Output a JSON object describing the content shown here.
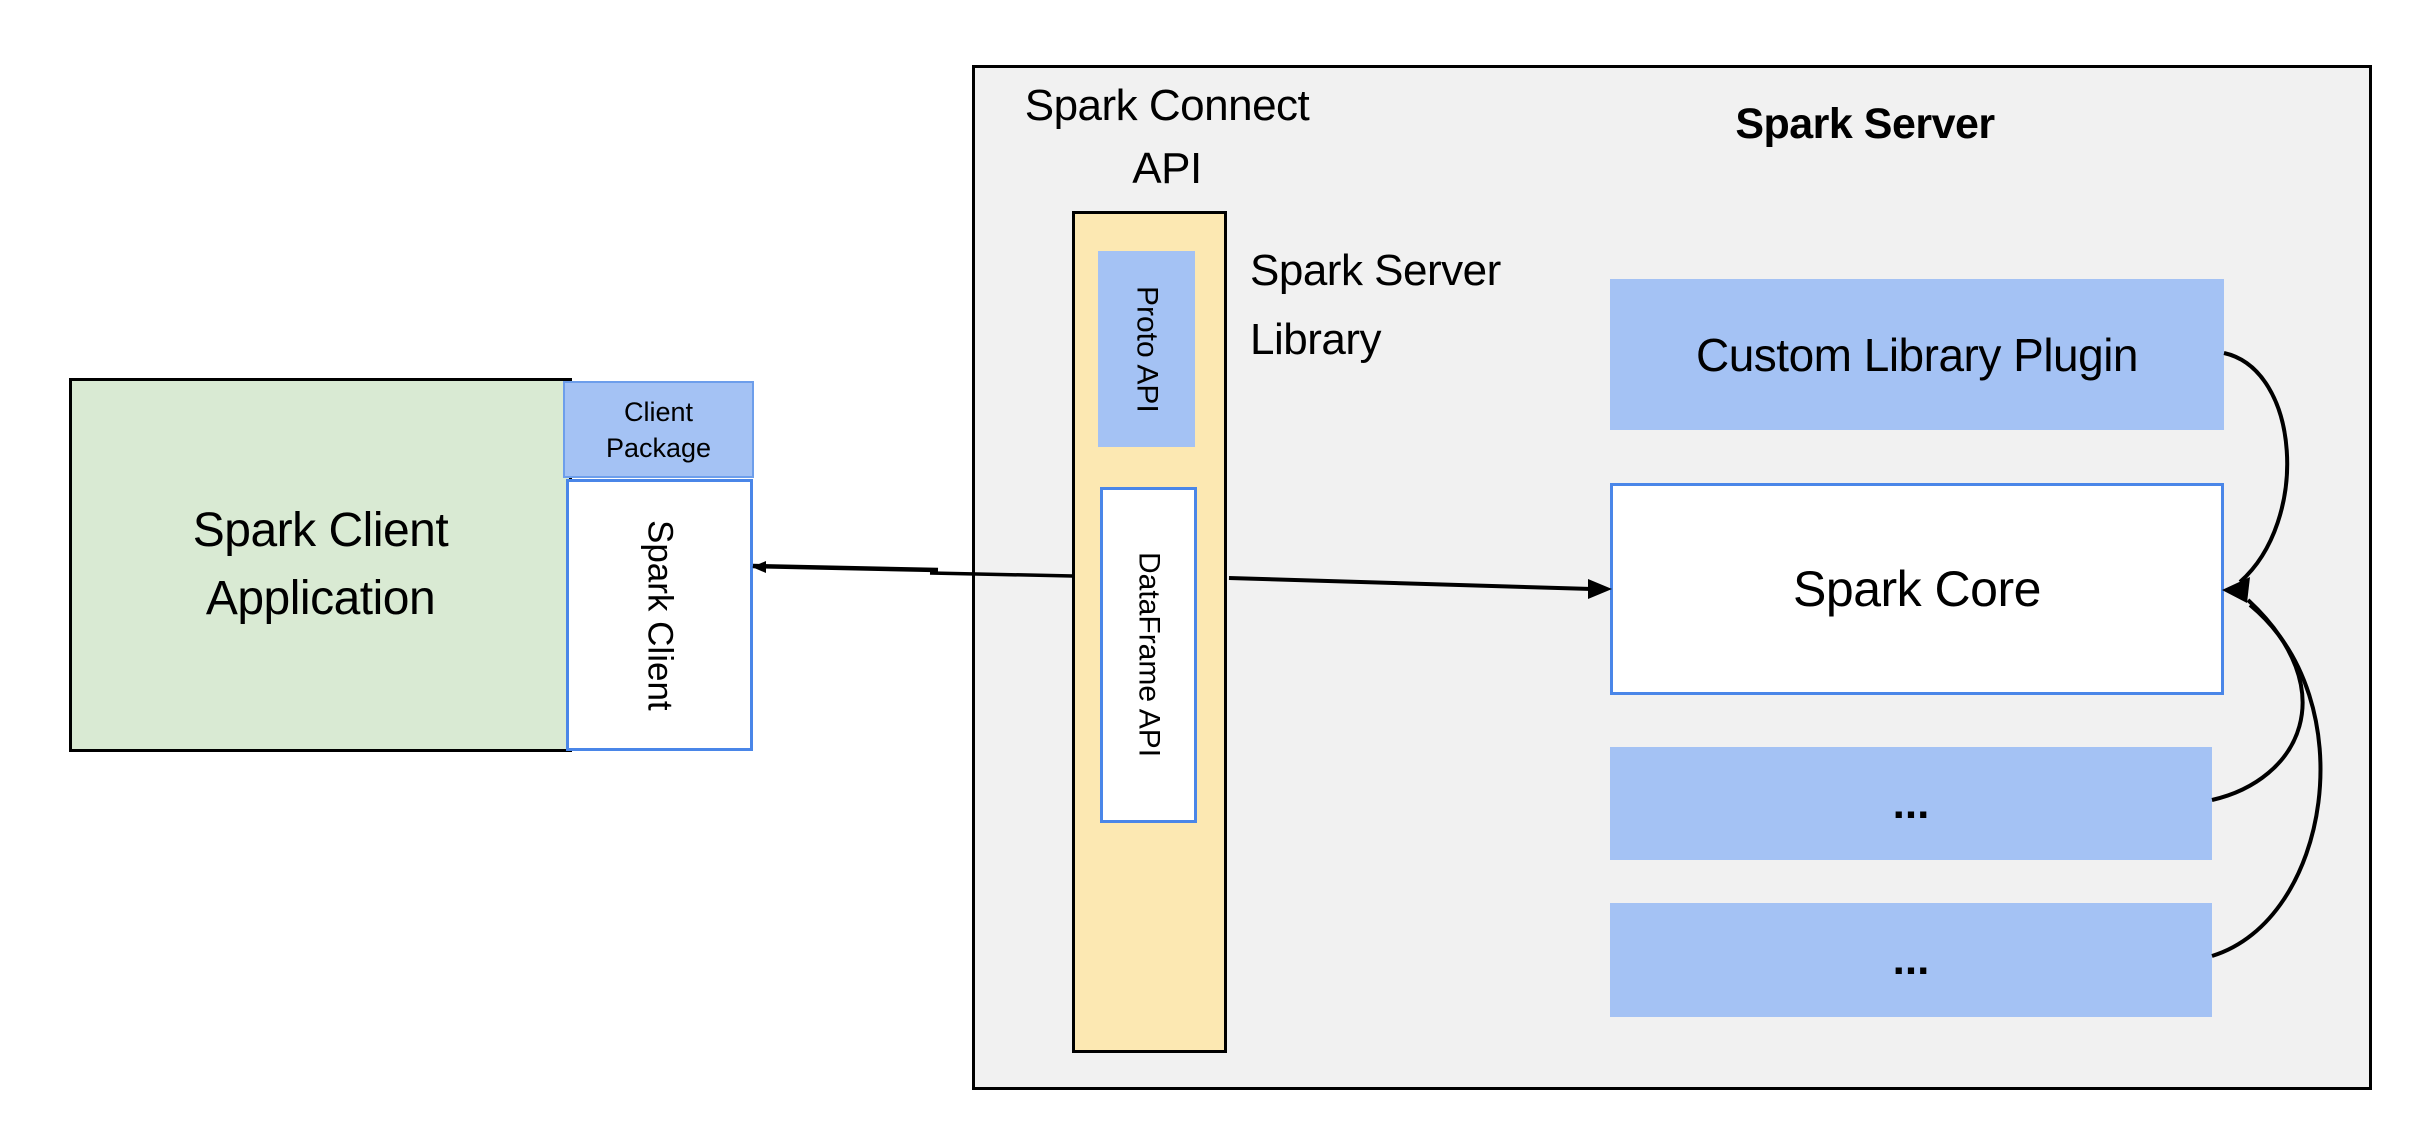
{
  "colors": {
    "green": "#d9ead3",
    "blue": "#a4c2f4",
    "blue-border": "#4a86e8",
    "pkg-border": "#6d9eeb",
    "cream": "#fce8b2",
    "gray": "#f1f1f1",
    "line": "#000000",
    "bg": "#ffffff",
    "text": "#000000"
  },
  "client": {
    "application": {
      "line1": "Spark Client",
      "line2": "Application"
    },
    "package": {
      "line1": "Client",
      "line2": "Package"
    },
    "spark_client": "Spark Client"
  },
  "connect": {
    "title_line1": "Spark Connect",
    "title_line2": "API",
    "proto_api": "Proto API",
    "dataframe_api": "DataFrame API",
    "library_line1": "Spark Server",
    "library_line2": "Library"
  },
  "server": {
    "title": "Spark Server",
    "plugin": "Custom Library Plugin",
    "core": "Spark Core",
    "module1": "...",
    "module2": "..."
  }
}
